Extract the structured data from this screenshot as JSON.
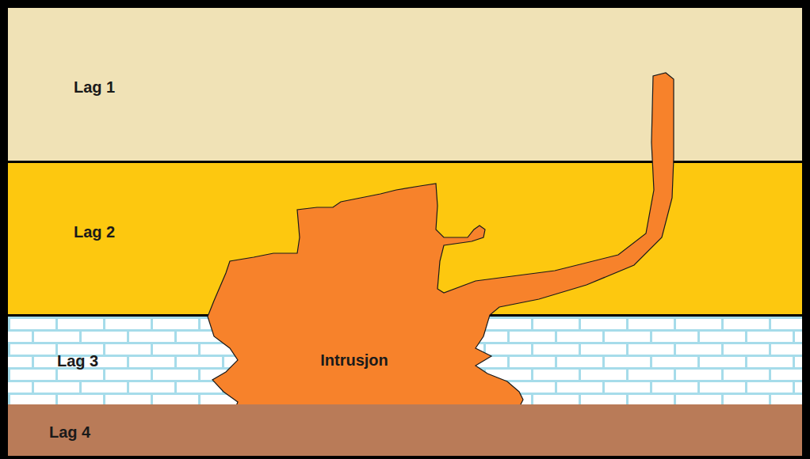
{
  "diagram": {
    "nodes": [
      {
        "text": [
          "Lag 1"
        ]
      },
      {
        "text": [
          "Lag 2"
        ]
      },
      {
        "text": [
          "Lag 3"
        ]
      },
      {
        "text": [
          "Intrusjon"
        ]
      },
      {
        "text": [
          "Lag 4"
        ]
      }
    ]
  }
}
